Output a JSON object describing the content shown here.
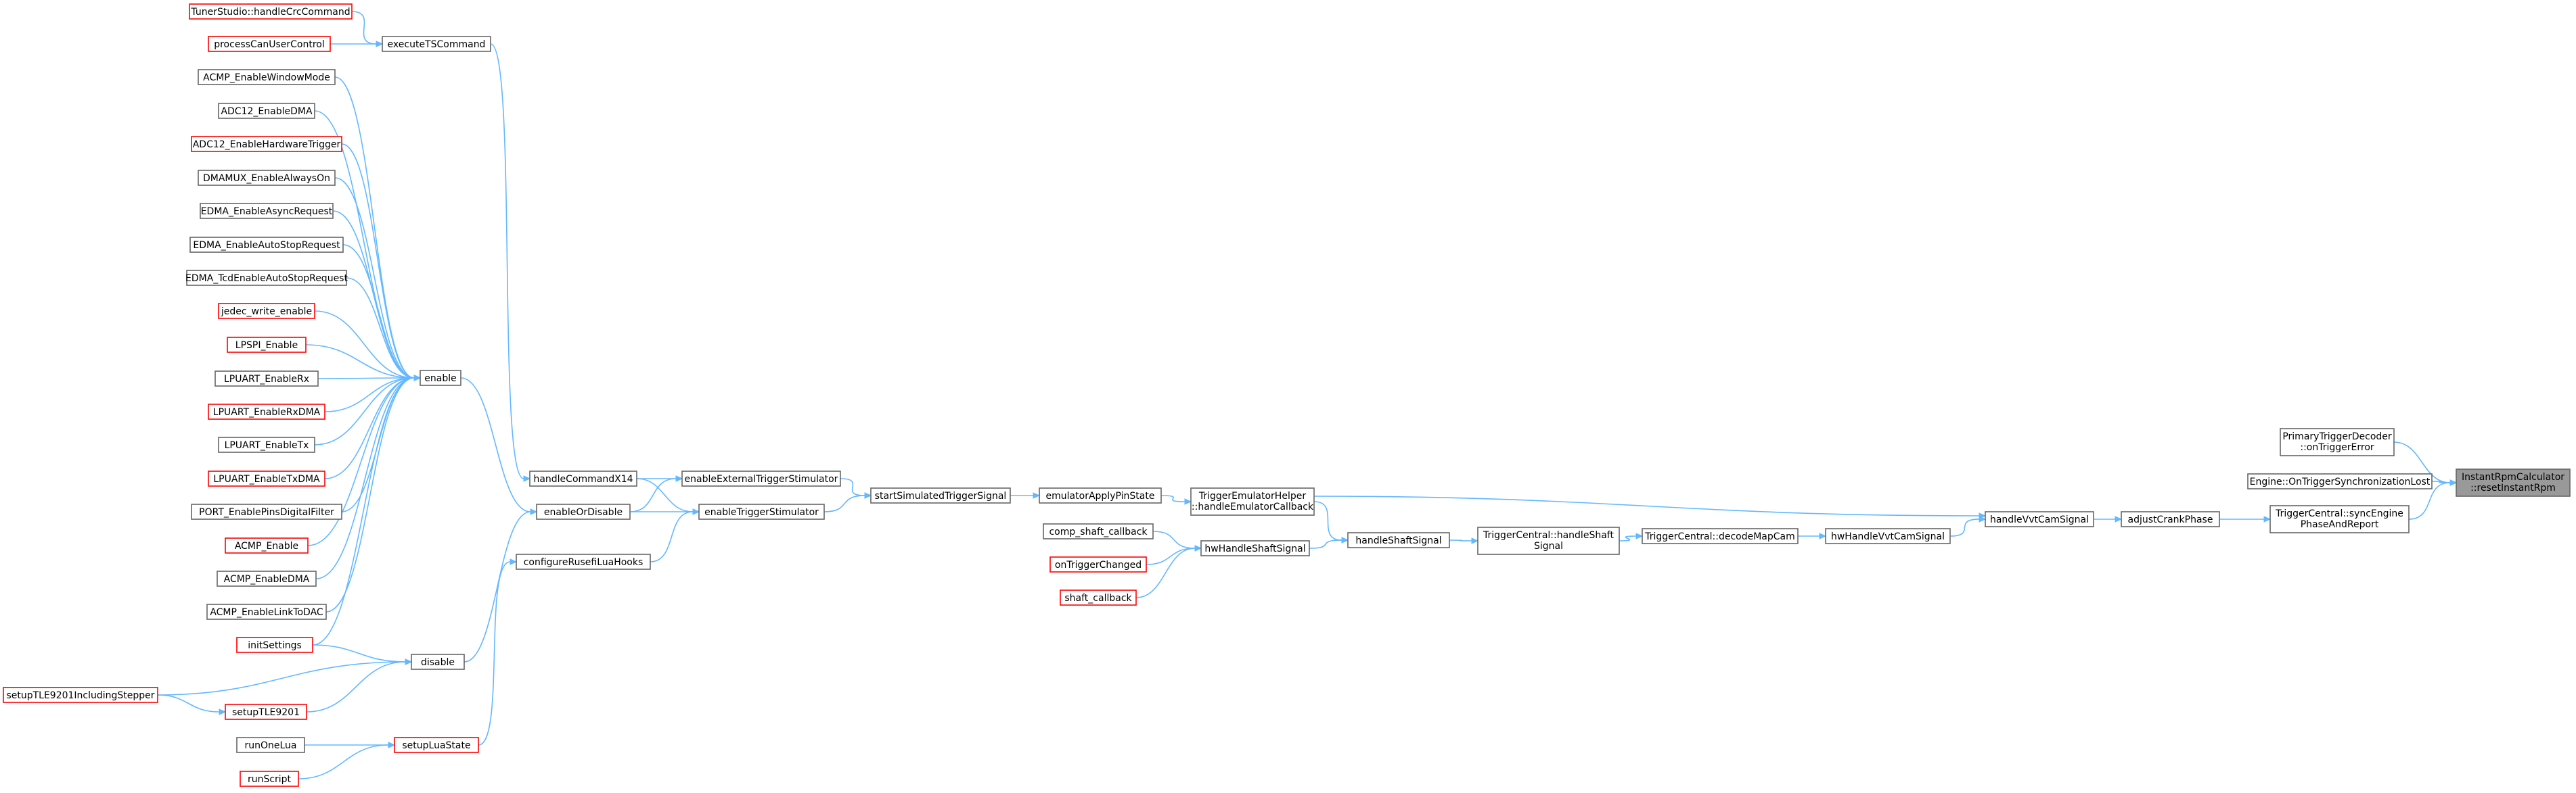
{
  "diagram": {
    "title": "",
    "colors": {
      "edge": "#63b8ff",
      "linked_border": "#666666",
      "unlinked_border": "#ff0000",
      "root_fill": "#999999"
    },
    "nodes": [
      {
        "id": "root",
        "lines": [
          "InstantRpmCalculator",
          "::resetInstantRpm"
        ],
        "style": "root"
      },
      {
        "id": "ptd",
        "lines": [
          "PrimaryTriggerDecoder",
          "::onTriggerError"
        ],
        "style": "plain"
      },
      {
        "id": "eng",
        "lines": [
          "Engine::OnTriggerSynchronizationLost"
        ],
        "style": "plain"
      },
      {
        "id": "tcs",
        "lines": [
          "TriggerCentral::syncEngine",
          "PhaseAndReport"
        ],
        "style": "plain"
      },
      {
        "id": "acp",
        "lines": [
          "adjustCrankPhase"
        ],
        "style": "plain"
      },
      {
        "id": "hvc",
        "lines": [
          "handleVvtCamSignal"
        ],
        "style": "plain"
      },
      {
        "id": "hwv",
        "lines": [
          "hwHandleVvtCamSignal"
        ],
        "style": "plain"
      },
      {
        "id": "dmc",
        "lines": [
          "TriggerCentral::decodeMapCam"
        ],
        "style": "plain"
      },
      {
        "id": "hss",
        "lines": [
          "TriggerCentral::handleShaft",
          "Signal"
        ],
        "style": "plain"
      },
      {
        "id": "hsh",
        "lines": [
          "handleShaftSignal"
        ],
        "style": "plain"
      },
      {
        "id": "teh",
        "lines": [
          "TriggerEmulatorHelper",
          "::handleEmulatorCallback"
        ],
        "style": "plain"
      },
      {
        "id": "hwh",
        "lines": [
          "hwHandleShaftSignal"
        ],
        "style": "plain"
      },
      {
        "id": "csc",
        "lines": [
          "comp_shaft_callback"
        ],
        "style": "plain"
      },
      {
        "id": "otc",
        "lines": [
          "onTriggerChanged"
        ],
        "style": "red"
      },
      {
        "id": "shc",
        "lines": [
          "shaft_callback"
        ],
        "style": "red"
      },
      {
        "id": "eap",
        "lines": [
          "emulatorApplyPinState"
        ],
        "style": "plain"
      },
      {
        "id": "sst",
        "lines": [
          "startSimulatedTriggerSignal"
        ],
        "style": "plain"
      },
      {
        "id": "ets",
        "lines": [
          "enableExternalTriggerStimulator"
        ],
        "style": "plain"
      },
      {
        "id": "tst",
        "lines": [
          "enableTriggerStimulator"
        ],
        "style": "plain"
      },
      {
        "id": "hcx",
        "lines": [
          "handleCommandX14"
        ],
        "style": "plain"
      },
      {
        "id": "eod",
        "lines": [
          "enableOrDisable"
        ],
        "style": "plain"
      },
      {
        "id": "crl",
        "lines": [
          "configureRusefiLuaHooks"
        ],
        "style": "plain"
      },
      {
        "id": "ets2",
        "lines": [
          "executeTSCommand"
        ],
        "style": "plain"
      },
      {
        "id": "tsh",
        "lines": [
          "TunerStudio::handleCrcCommand"
        ],
        "style": "red"
      },
      {
        "id": "pcu",
        "lines": [
          "processCanUserControl"
        ],
        "style": "red"
      },
      {
        "id": "ena",
        "lines": [
          "enable"
        ],
        "style": "plain"
      },
      {
        "id": "dis",
        "lines": [
          "disable"
        ],
        "style": "plain"
      },
      {
        "id": "sls",
        "lines": [
          "setupLuaState"
        ],
        "style": "red"
      },
      {
        "id": "e1",
        "lines": [
          "ACMP_EnableWindowMode"
        ],
        "style": "plain"
      },
      {
        "id": "e2",
        "lines": [
          "ADC12_EnableDMA"
        ],
        "style": "plain"
      },
      {
        "id": "e3",
        "lines": [
          "ADC12_EnableHardwareTrigger"
        ],
        "style": "red"
      },
      {
        "id": "e4",
        "lines": [
          "DMAMUX_EnableAlwaysOn"
        ],
        "style": "plain"
      },
      {
        "id": "e5",
        "lines": [
          "EDMA_EnableAsyncRequest"
        ],
        "style": "plain"
      },
      {
        "id": "e6",
        "lines": [
          "EDMA_EnableAutoStopRequest"
        ],
        "style": "plain"
      },
      {
        "id": "e7",
        "lines": [
          "EDMA_TcdEnableAutoStopRequest"
        ],
        "style": "plain"
      },
      {
        "id": "e8",
        "lines": [
          "jedec_write_enable"
        ],
        "style": "red"
      },
      {
        "id": "e9",
        "lines": [
          "LPSPI_Enable"
        ],
        "style": "red"
      },
      {
        "id": "e10",
        "lines": [
          "LPUART_EnableRx"
        ],
        "style": "plain"
      },
      {
        "id": "e11",
        "lines": [
          "LPUART_EnableRxDMA"
        ],
        "style": "red"
      },
      {
        "id": "e12",
        "lines": [
          "LPUART_EnableTx"
        ],
        "style": "plain"
      },
      {
        "id": "e13",
        "lines": [
          "LPUART_EnableTxDMA"
        ],
        "style": "red"
      },
      {
        "id": "e14",
        "lines": [
          "PORT_EnablePinsDigitalFilter"
        ],
        "style": "plain"
      },
      {
        "id": "e15",
        "lines": [
          "ACMP_Enable"
        ],
        "style": "red"
      },
      {
        "id": "e16",
        "lines": [
          "ACMP_EnableDMA"
        ],
        "style": "plain"
      },
      {
        "id": "e17",
        "lines": [
          "ACMP_EnableLinkToDAC"
        ],
        "style": "plain"
      },
      {
        "id": "ins",
        "lines": [
          "initSettings"
        ],
        "style": "red"
      },
      {
        "id": "stl",
        "lines": [
          "setupTLE9201IncludingStepper"
        ],
        "style": "red"
      },
      {
        "id": "st9",
        "lines": [
          "setupTLE9201"
        ],
        "style": "red"
      },
      {
        "id": "rol",
        "lines": [
          "runOneLua"
        ],
        "style": "plain"
      },
      {
        "id": "rsc",
        "lines": [
          "runScript"
        ],
        "style": "red"
      }
    ],
    "edges": [
      [
        "ptd",
        "root"
      ],
      [
        "eng",
        "root"
      ],
      [
        "tcs",
        "root"
      ],
      [
        "acp",
        "tcs"
      ],
      [
        "hvc",
        "acp"
      ],
      [
        "hwv",
        "hvc"
      ],
      [
        "teh",
        "hvc"
      ],
      [
        "dmc",
        "hwv"
      ],
      [
        "hss",
        "dmc"
      ],
      [
        "hsh",
        "hss"
      ],
      [
        "teh",
        "hsh"
      ],
      [
        "hwh",
        "hsh"
      ],
      [
        "csc",
        "hwh"
      ],
      [
        "otc",
        "hwh"
      ],
      [
        "shc",
        "hwh"
      ],
      [
        "eap",
        "teh"
      ],
      [
        "sst",
        "eap"
      ],
      [
        "ets",
        "sst"
      ],
      [
        "tst",
        "sst"
      ],
      [
        "hcx",
        "ets"
      ],
      [
        "eod",
        "ets"
      ],
      [
        "hcx",
        "tst"
      ],
      [
        "eod",
        "tst"
      ],
      [
        "crl",
        "tst"
      ],
      [
        "ets2",
        "hcx"
      ],
      [
        "ena",
        "eod"
      ],
      [
        "dis",
        "eod"
      ],
      [
        "sls",
        "crl"
      ],
      [
        "tsh",
        "ets2"
      ],
      [
        "pcu",
        "ets2"
      ],
      [
        "e1",
        "ena"
      ],
      [
        "e2",
        "ena"
      ],
      [
        "e3",
        "ena"
      ],
      [
        "e4",
        "ena"
      ],
      [
        "e5",
        "ena"
      ],
      [
        "e6",
        "ena"
      ],
      [
        "e7",
        "ena"
      ],
      [
        "e8",
        "ena"
      ],
      [
        "e9",
        "ena"
      ],
      [
        "e10",
        "ena"
      ],
      [
        "e11",
        "ena"
      ],
      [
        "e12",
        "ena"
      ],
      [
        "e13",
        "ena"
      ],
      [
        "e14",
        "ena"
      ],
      [
        "e15",
        "ena"
      ],
      [
        "e16",
        "ena"
      ],
      [
        "e17",
        "ena"
      ],
      [
        "ins",
        "ena"
      ],
      [
        "ins",
        "dis"
      ],
      [
        "stl",
        "dis"
      ],
      [
        "st9",
        "dis"
      ],
      [
        "stl",
        "st9"
      ],
      [
        "rol",
        "sls"
      ],
      [
        "rsc",
        "sls"
      ]
    ]
  }
}
